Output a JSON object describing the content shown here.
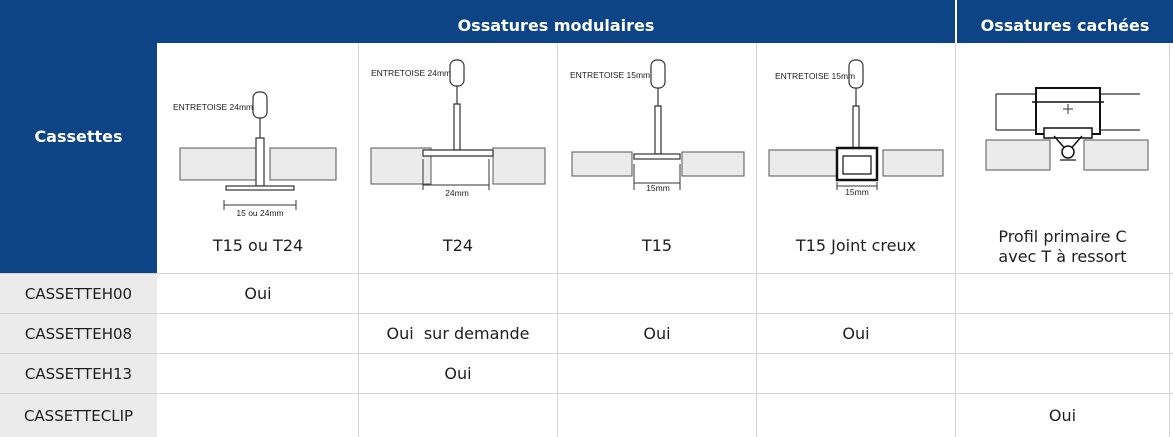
{
  "header": {
    "cassettes": "Cassettes",
    "group_modulaires": "Ossatures modulaires",
    "group_cachees": "Ossatures cachées"
  },
  "columns": [
    {
      "caption": "T15 ou T24",
      "drawing": {
        "entretoise": "ENTRETOISE 24mm",
        "dimension": "15 ou 24mm"
      }
    },
    {
      "caption": "T24",
      "drawing": {
        "entretoise": "ENTRETOISE 24mm",
        "dimension": "24mm"
      }
    },
    {
      "caption": "T15",
      "drawing": {
        "entretoise": "ENTRETOISE 15mm",
        "dimension": "15mm"
      }
    },
    {
      "caption": "T15 Joint creux",
      "drawing": {
        "entretoise": "ENTRETOISE 15mm",
        "dimension": "15mm"
      }
    },
    {
      "caption_line1": "Profil primaire C",
      "caption_line2": "avec T à ressort"
    }
  ],
  "rows": [
    {
      "label": "CASSETTEH00",
      "value": "Oui"
    },
    {
      "label": "CASSETTEH08",
      "values": [
        "Oui  sur demande",
        "Oui",
        "Oui"
      ]
    },
    {
      "label": "CASSETTEH13",
      "value": "Oui"
    },
    {
      "label": "CASSETTECLIP",
      "value": "Oui"
    }
  ],
  "colors": {
    "header_blue": "#0d4485",
    "row_label_bg": "#ebebeb",
    "grid": "#d3d3d3"
  }
}
